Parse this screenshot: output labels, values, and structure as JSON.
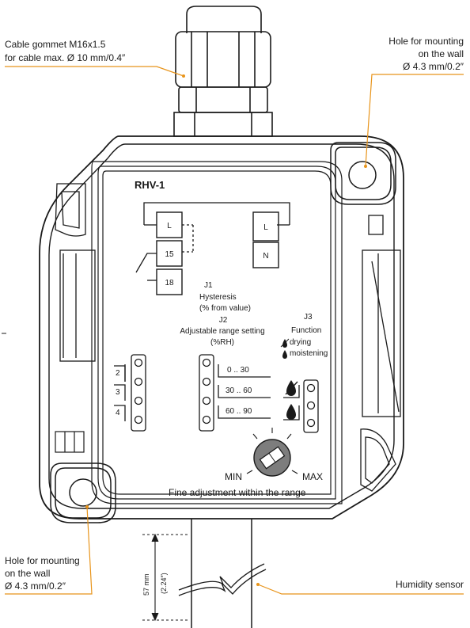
{
  "callouts": {
    "cable_gommet": [
      "Cable gommet M16x1.5",
      "for cable max. Ø 10 mm/0.4″"
    ],
    "hole_top_right": [
      "Hole for mounting",
      "on the wall",
      "Ø 4.3 mm/0.2″"
    ],
    "hole_bottom_left": [
      "Hole for mounting",
      "on the wall",
      "Ø 4.3 mm/0.2″"
    ],
    "humidity_sensor": "Humidity sensor"
  },
  "device": {
    "model": "RHV-1",
    "terminals_left": [
      "L",
      "15",
      "18"
    ],
    "terminals_right": [
      "L",
      "N"
    ],
    "j1": [
      "J1",
      "Hysteresis",
      "(% from value)"
    ],
    "j2": [
      "J2",
      "Adjustable range setting",
      "(%RH)"
    ],
    "j3": [
      "J3",
      "Function",
      "drying",
      "moistening"
    ],
    "hysteresis_options": [
      "2",
      "3",
      "4"
    ],
    "range_options": [
      "0 .. 30",
      "30 .. 60",
      "60 .. 90"
    ],
    "dial_min": "MIN",
    "dial_max": "MAX",
    "fine_adjust": "Fine adjustment within the range"
  },
  "dimension": {
    "metric": "57 mm",
    "imperial": "(2.24″)"
  },
  "colors": {
    "leader": "#e8941a",
    "outline": "#1a1a1a"
  }
}
